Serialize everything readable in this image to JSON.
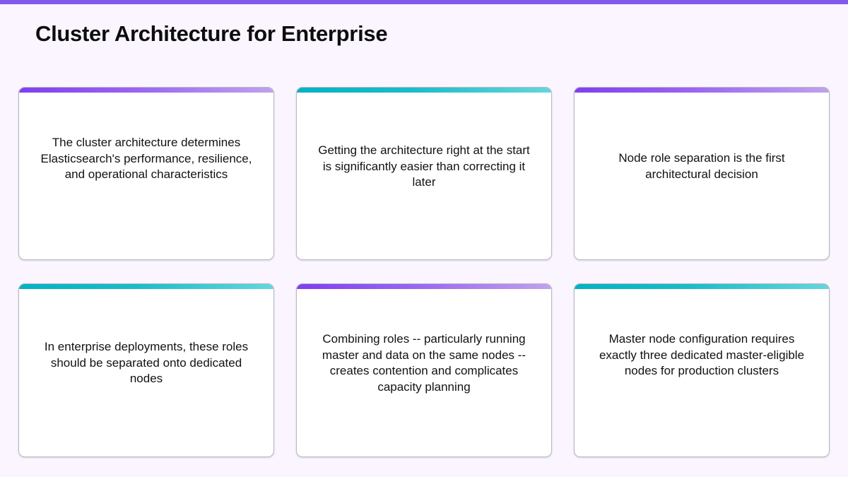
{
  "slide": {
    "title": "Cluster Architecture for Enterprise",
    "background_color": "#faf5ff",
    "top_bar_color": "#8257ec"
  },
  "colors": {
    "accent_purple": "#7f3ff0",
    "accent_purple_light": "#bfa2ee",
    "accent_teal": "#03b2c4",
    "accent_teal_light": "#65d6dc",
    "card_background": "#ffffff",
    "card_border": "#b9b9bd",
    "text": "#121212",
    "title_text": "#0d0d0d"
  },
  "cards": [
    {
      "id": "card-1",
      "accent": "purple",
      "text": "The cluster architecture determines Elasticsearch's performance, resilience, and operational characteristics"
    },
    {
      "id": "card-2",
      "accent": "teal",
      "text": "Getting the architecture right at the start is significantly easier than correcting it later"
    },
    {
      "id": "card-3",
      "accent": "purple",
      "text": "Node role separation is the first architectural decision"
    },
    {
      "id": "card-4",
      "accent": "teal",
      "text": "In enterprise deployments, these roles should be separated onto dedicated nodes"
    },
    {
      "id": "card-5",
      "accent": "purple",
      "text": "Combining roles -- particularly running master and data on the same nodes -- creates contention and complicates capacity planning"
    },
    {
      "id": "card-6",
      "accent": "teal",
      "text": "Master node configuration requires exactly three dedicated master-eligible nodes for production clusters"
    }
  ]
}
